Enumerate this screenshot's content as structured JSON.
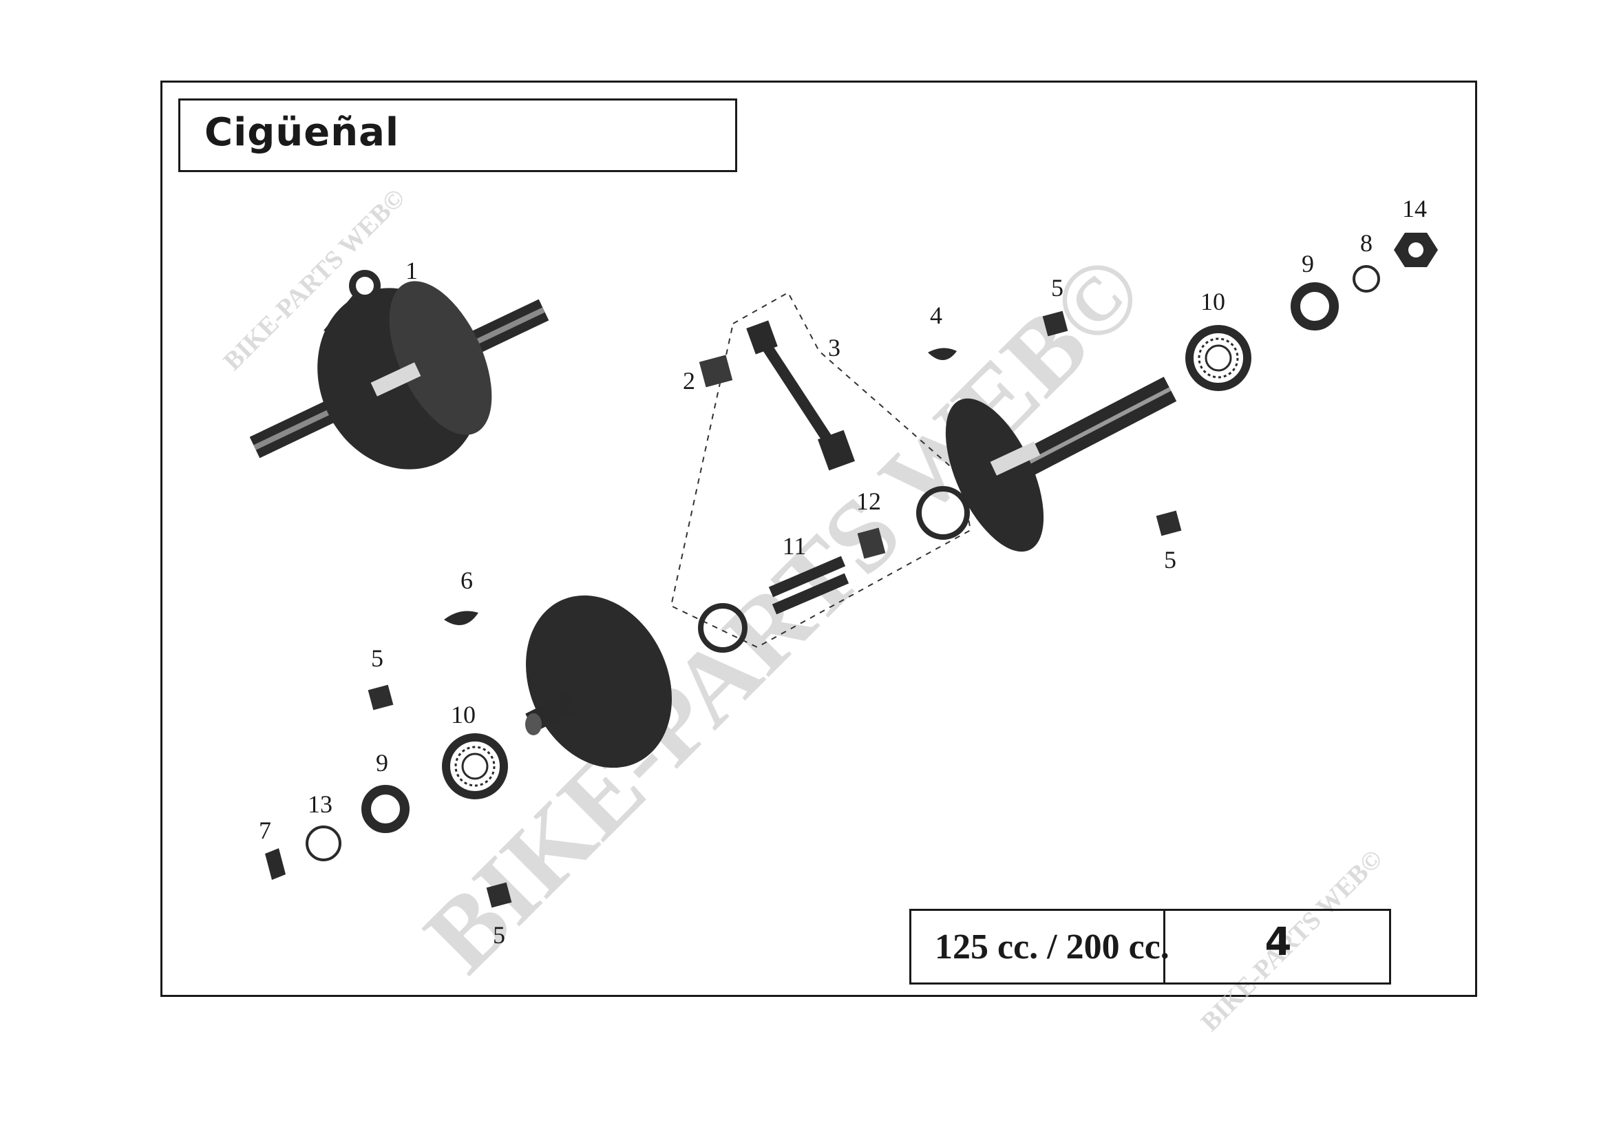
{
  "title": "Cigüeñal",
  "displacement": "125 cc. / 200 cc.",
  "page_number": "4",
  "watermark": "BIKE-PARTS WEB©",
  "callouts": {
    "c1": "1",
    "c2": "2",
    "c3": "3",
    "c4": "4",
    "c5a": "5",
    "c5b": "5",
    "c5c": "5",
    "c5d": "5",
    "c6": "6",
    "c7": "7",
    "c8": "8",
    "c9a": "9",
    "c9b": "9",
    "c10a": "10",
    "c10b": "10",
    "c11": "11",
    "c12": "12",
    "c13": "13",
    "c14": "14"
  }
}
